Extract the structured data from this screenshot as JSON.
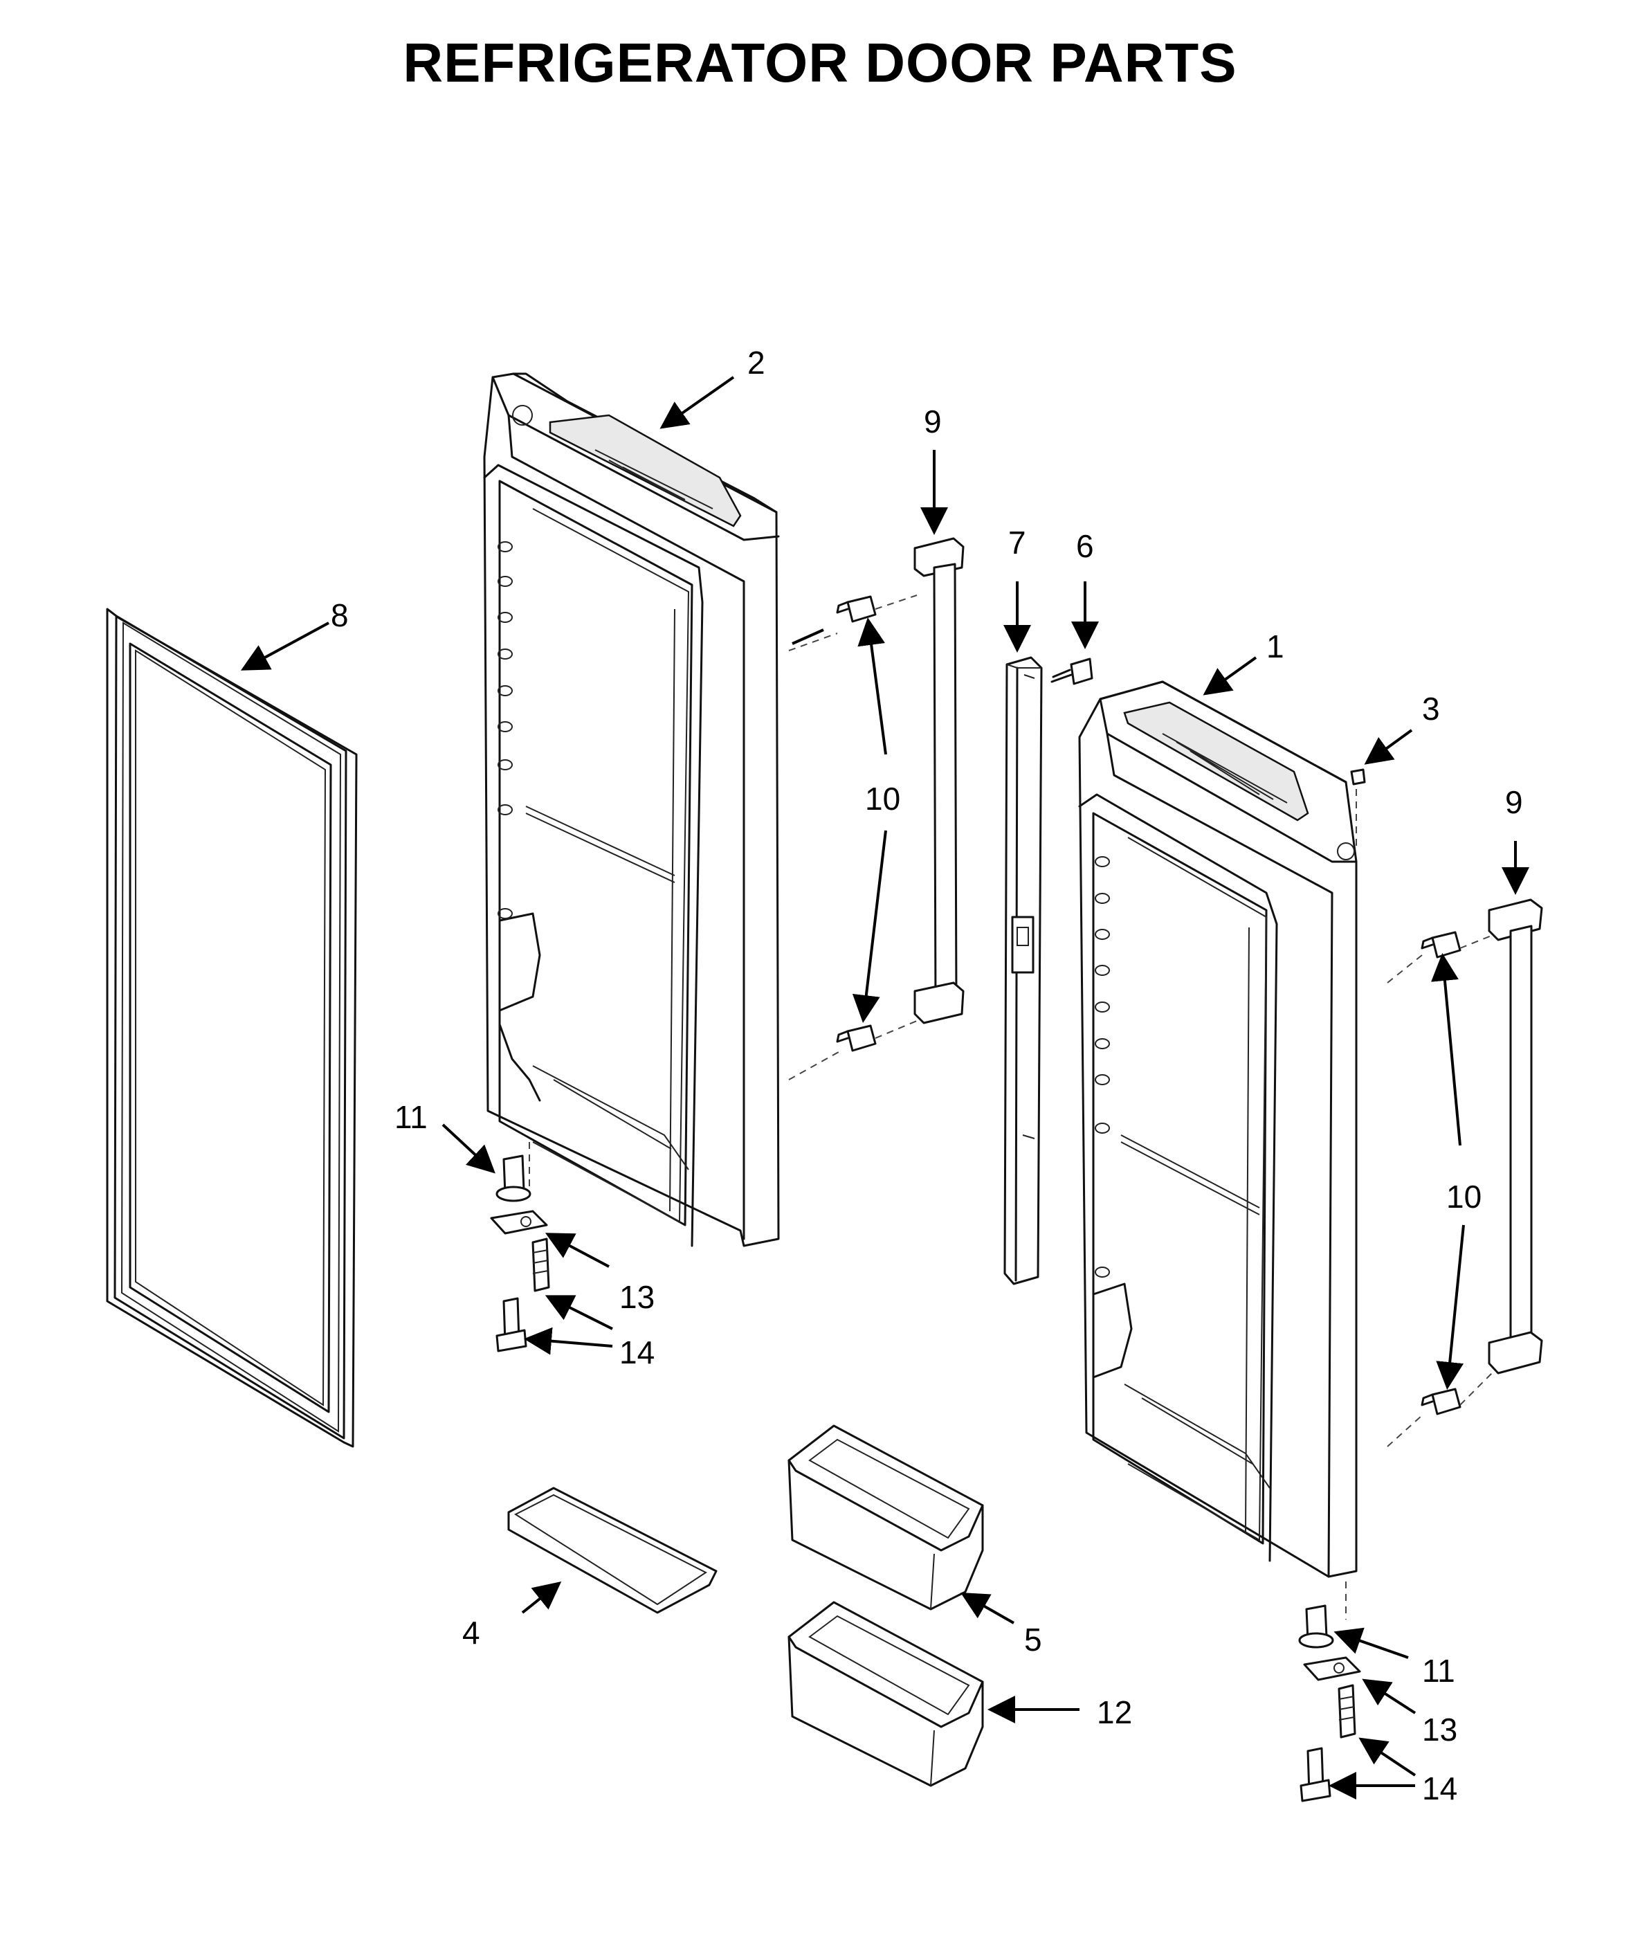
{
  "title": "REFRIGERATOR DOOR PARTS",
  "callouts": {
    "c1": "1",
    "c2": "2",
    "c3": "3",
    "c4": "4",
    "c5": "5",
    "c6": "6",
    "c7": "7",
    "c8": "8",
    "c9a": "9",
    "c9b": "9",
    "c10a": "10",
    "c10b": "10",
    "c11a": "11",
    "c11b": "11",
    "c12": "12",
    "c13a": "13",
    "c13b": "13",
    "c14a": "14",
    "c14b": "14"
  }
}
